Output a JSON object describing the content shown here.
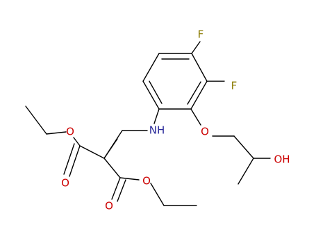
{
  "molecule": {
    "atom_labels": {
      "f_top": "F",
      "f_right": "F",
      "nh": "NH",
      "o_ether": "O",
      "oh": "OH",
      "o_ester_upper": "O",
      "o_carbonyl_upper": "O",
      "o_ester_lower": "O",
      "o_carbonyl_lower": "O"
    },
    "colors": {
      "bond": "#000000",
      "fluorine": "#8a7a00",
      "nitrogen": "#2a2a9a",
      "oxygen": "#cc0000"
    }
  }
}
